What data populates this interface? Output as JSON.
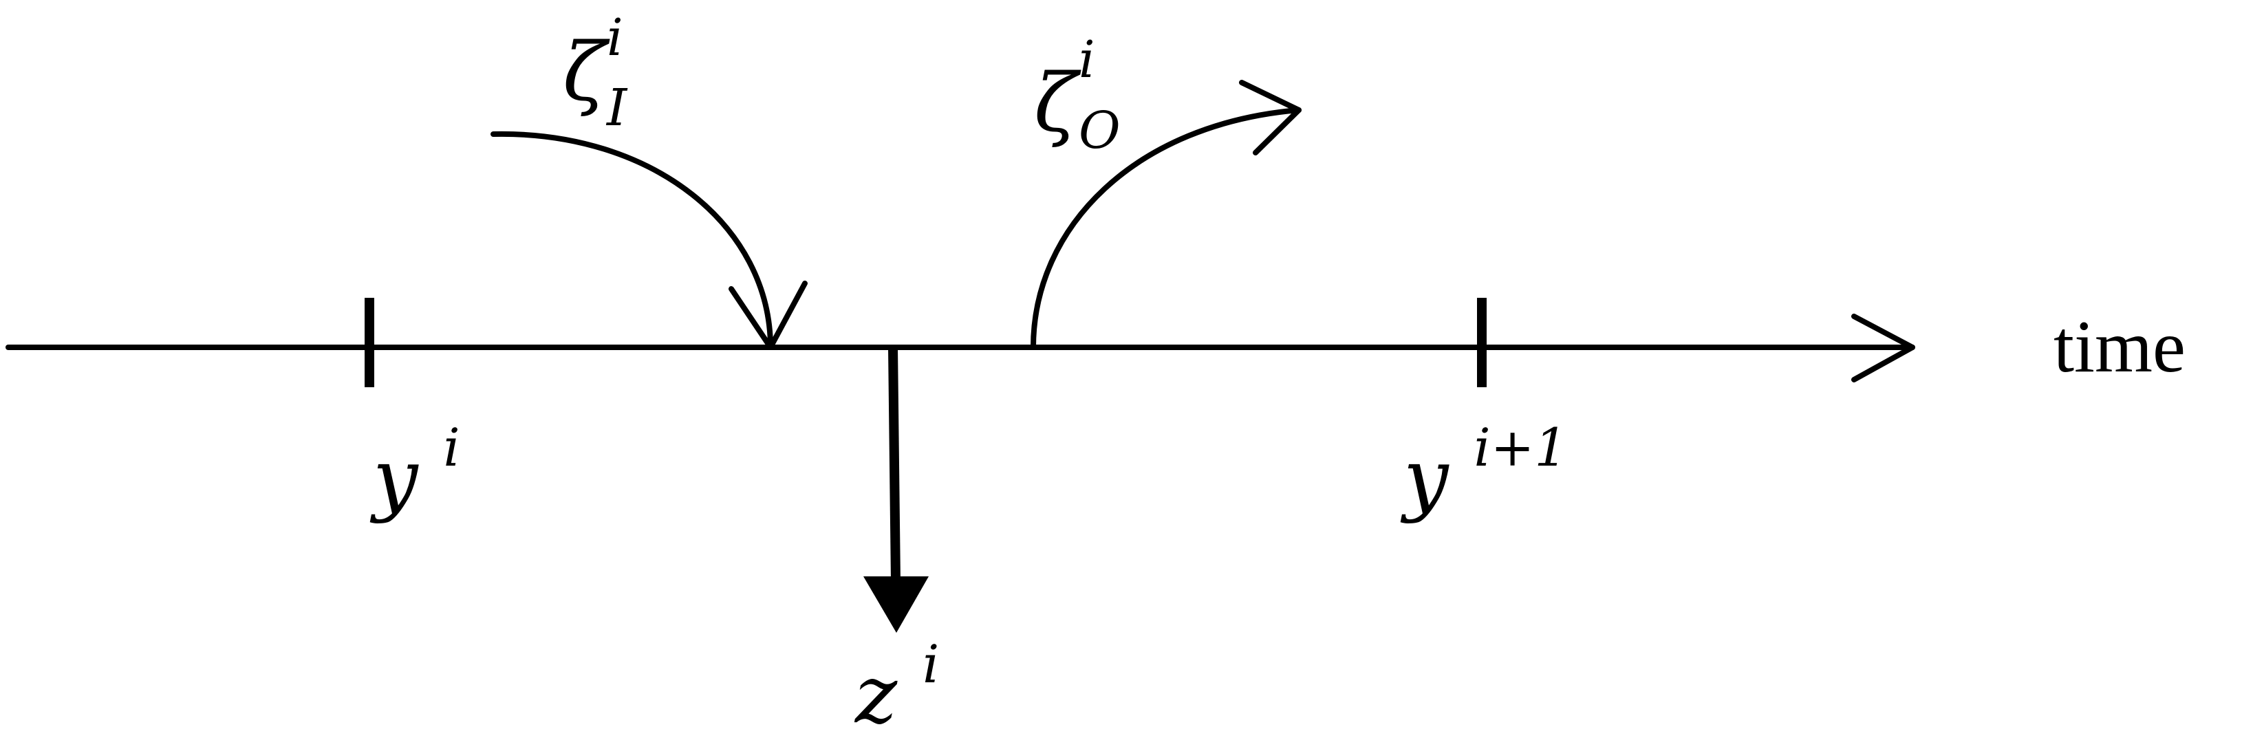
{
  "axis": {
    "label": "time"
  },
  "ticks": [
    {
      "base": "y",
      "superscript": "i"
    },
    {
      "base": "y",
      "superscript": "i+1"
    }
  ],
  "arrows": {
    "incoming": {
      "base": "ζ",
      "superscript": "i",
      "subscript": "I"
    },
    "outgoing": {
      "base": "ζ",
      "superscript": "i",
      "subscript": "O"
    },
    "down": {
      "base": "z",
      "superscript": "i"
    }
  },
  "colors": {
    "stroke": "#000000",
    "background": "#ffffff"
  }
}
